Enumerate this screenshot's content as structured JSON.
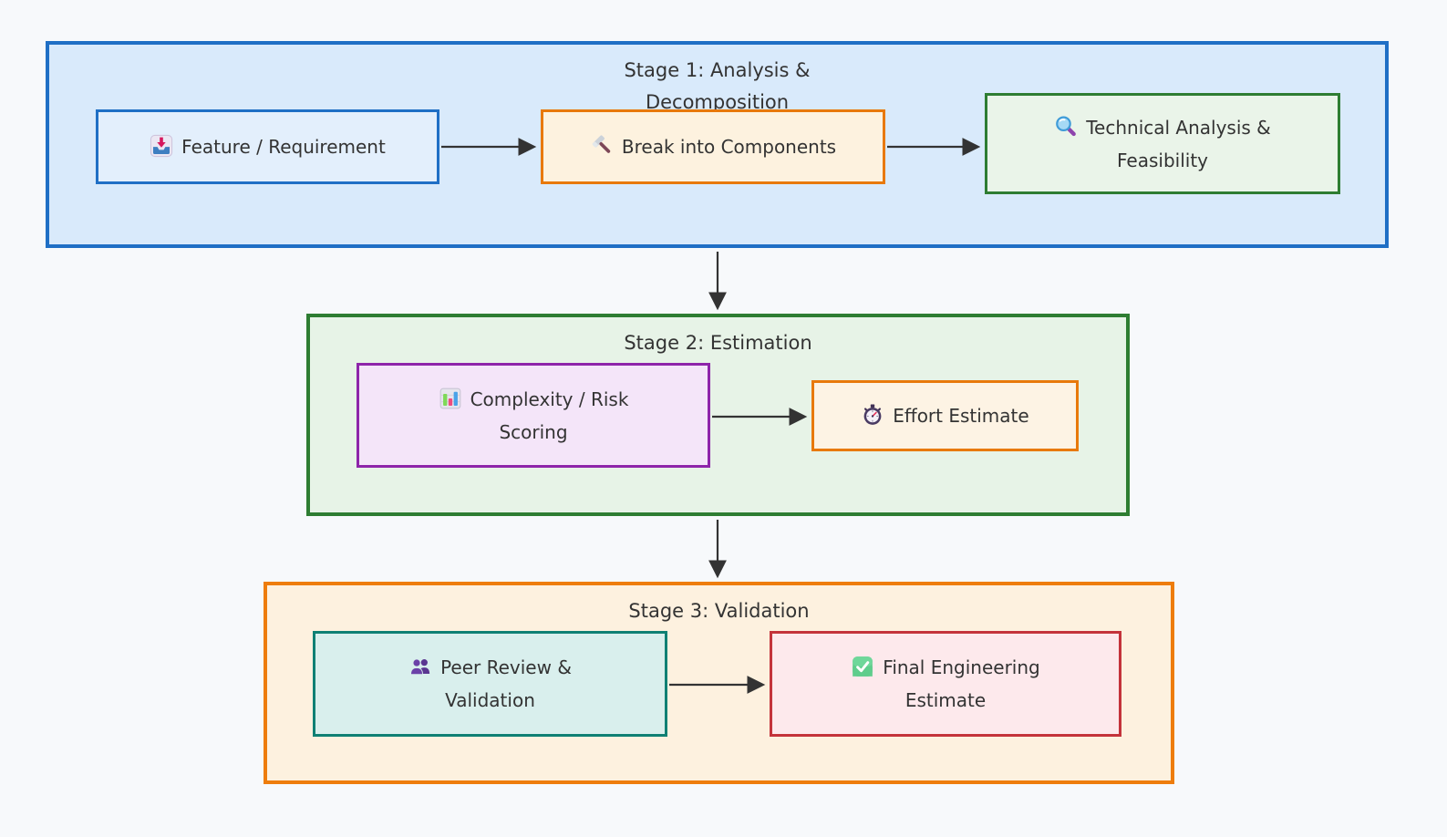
{
  "diagram": {
    "type": "flowchart",
    "background_color": "#f7f9fb",
    "text_color": "#333333",
    "arrow_color": "#333333",
    "stages": [
      {
        "title": "Stage 1: Analysis & Decomposition",
        "border_color": "#1f6fc5",
        "fill_color": "#d9eafb",
        "nodes": [
          {
            "label": "Feature / Requirement",
            "icon": "inbox-tray",
            "border_color": "#1f6fc5",
            "fill_color": "#e3effc"
          },
          {
            "label": "Break into Components",
            "icon": "hammer",
            "border_color": "#e8790b",
            "fill_color": "#fdf2df"
          },
          {
            "label": "Technical Analysis & Feasibility",
            "icon": "magnifying-glass",
            "border_color": "#2e7d32",
            "fill_color": "#eaf4e9"
          }
        ]
      },
      {
        "title": "Stage 2: Estimation",
        "border_color": "#2e7d32",
        "fill_color": "#e7f3e7",
        "nodes": [
          {
            "label": "Complexity / Risk Scoring",
            "icon": "bar-chart",
            "border_color": "#8e24aa",
            "fill_color": "#f4e5f9"
          },
          {
            "label": "Effort Estimate",
            "icon": "stopwatch",
            "border_color": "#e8790b",
            "fill_color": "#fdf3e4"
          }
        ]
      },
      {
        "title": "Stage 3: Validation",
        "border_color": "#ee7d0c",
        "fill_color": "#fdf1df",
        "nodes": [
          {
            "label": "Peer Review & Validation",
            "icon": "busts-in-silhouette",
            "border_color": "#0f8074",
            "fill_color": "#d9efed"
          },
          {
            "label": "Final Engineering Estimate",
            "icon": "check-mark-button",
            "border_color": "#c4333b",
            "fill_color": "#fde9ec"
          }
        ]
      }
    ],
    "connections": [
      {
        "from": "Feature / Requirement",
        "to": "Break into Components"
      },
      {
        "from": "Break into Components",
        "to": "Technical Analysis & Feasibility"
      },
      {
        "from": "Stage 1: Analysis & Decomposition",
        "to": "Stage 2: Estimation"
      },
      {
        "from": "Complexity / Risk Scoring",
        "to": "Effort Estimate"
      },
      {
        "from": "Stage 2: Estimation",
        "to": "Stage 3: Validation"
      },
      {
        "from": "Peer Review & Validation",
        "to": "Final Engineering Estimate"
      }
    ]
  }
}
